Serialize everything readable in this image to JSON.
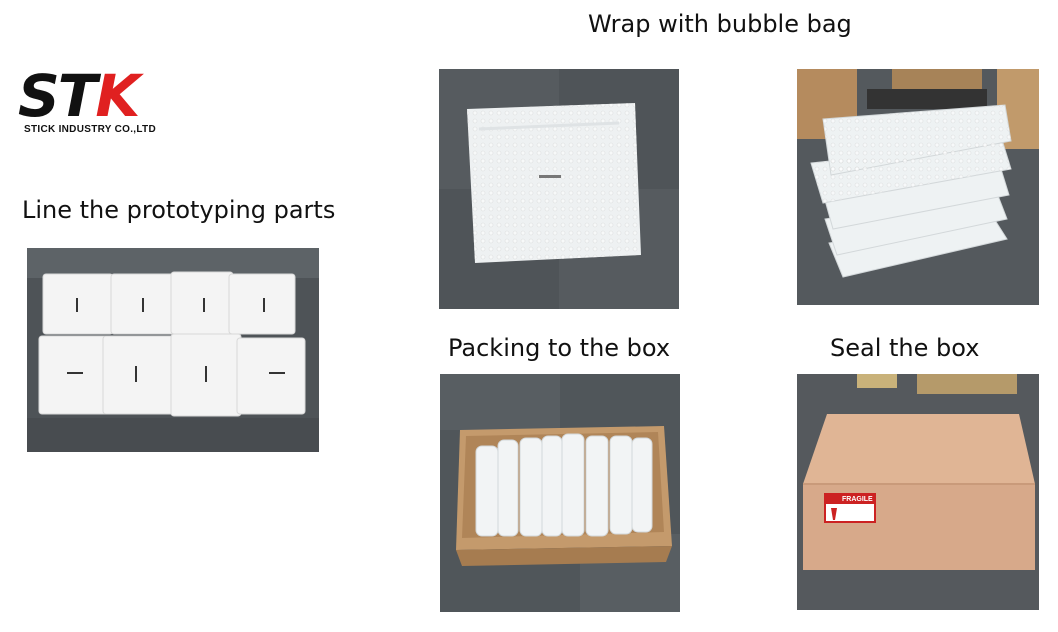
{
  "logo": {
    "mark_st": "ST",
    "mark_k": "K",
    "company": "STICK INDUSTRY CO.,LTD"
  },
  "captions": {
    "line_parts": "Line the prototyping parts",
    "wrap": "Wrap with bubble bag",
    "packing": "Packing to the box",
    "seal": "Seal the box"
  },
  "labels": {
    "fragile": "FRAGILE"
  },
  "colors": {
    "brand_red": "#e02020",
    "carpet": "#53585c",
    "box_wood": "#d7a98a"
  }
}
